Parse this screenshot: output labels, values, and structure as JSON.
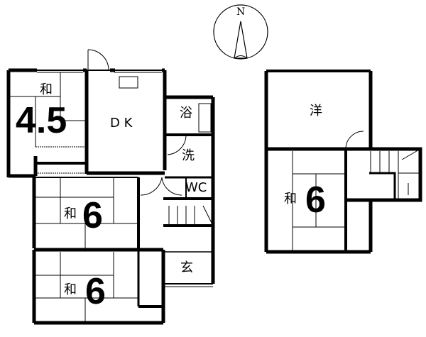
{
  "compass": {
    "label": "N"
  },
  "floor1": {
    "rooms": {
      "washitsu_a": {
        "kind": "和",
        "size": "4.5"
      },
      "dk": {
        "label": "D K"
      },
      "bath": {
        "label": "浴"
      },
      "wash": {
        "label": "洗"
      },
      "wc": {
        "label": "WC"
      },
      "washitsu_b": {
        "kind": "和",
        "size": "6"
      },
      "washitsu_c": {
        "kind": "和",
        "size": "6"
      },
      "entrance": {
        "label": "玄"
      }
    }
  },
  "floor2": {
    "rooms": {
      "youshitsu": {
        "label": "洋"
      },
      "washitsu_d": {
        "kind": "和",
        "size": "6"
      }
    }
  },
  "colors": {
    "line": "#000000",
    "background": "#ffffff"
  }
}
